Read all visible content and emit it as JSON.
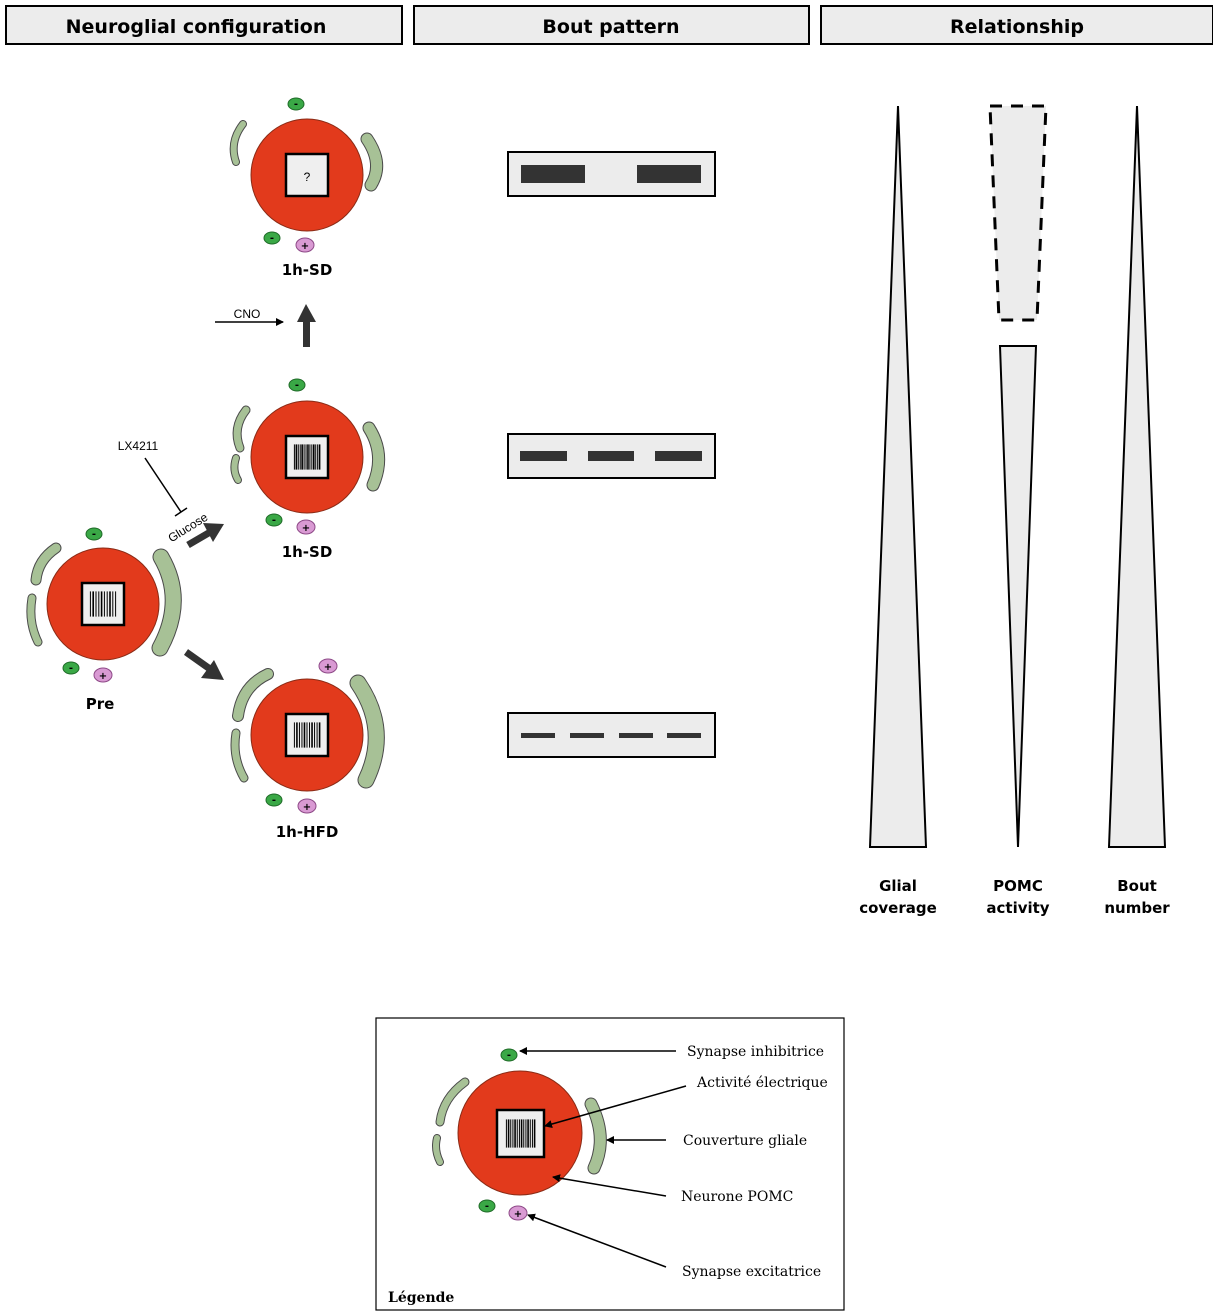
{
  "headers": {
    "neuroglial": "Neuroglial configuration",
    "bout_pattern": "Bout pattern",
    "relationship": "Relationship"
  },
  "conditions": {
    "pre": "Pre",
    "sd_glucose": "1h-SD",
    "sd_cno": "1h-SD",
    "hfd": "1h-HFD"
  },
  "activity": {
    "unknown_marker": "?"
  },
  "arrows": {
    "cno": "CNO",
    "inhibitor": "LX4211",
    "glucose": "Glucose"
  },
  "synapse_signs": {
    "inhibitory": "-",
    "excitatory": "+"
  },
  "relationship": {
    "glial_line1": "Glial",
    "glial_line2": "coverage",
    "pomc_line1": "POMC",
    "pomc_line2": "activity",
    "bout_line1": "Bout",
    "bout_line2": "number"
  },
  "legend": {
    "title": "Légende",
    "inhibitory": "Synapse inhibitrice",
    "activity": "Activité électrique",
    "glial": "Couverture gliale",
    "neuron": "Neurone POMC",
    "excitatory": "Synapse excitatrice"
  },
  "colors": {
    "neuron": "#e23a1c",
    "glia": "#a7c196",
    "inhibitory_synapse": "#3aa846",
    "excitatory_synapse": "#d99ad3",
    "wedge_fill": "#ececec",
    "bout_bar": "#333333",
    "header_fill": "#ececec"
  }
}
